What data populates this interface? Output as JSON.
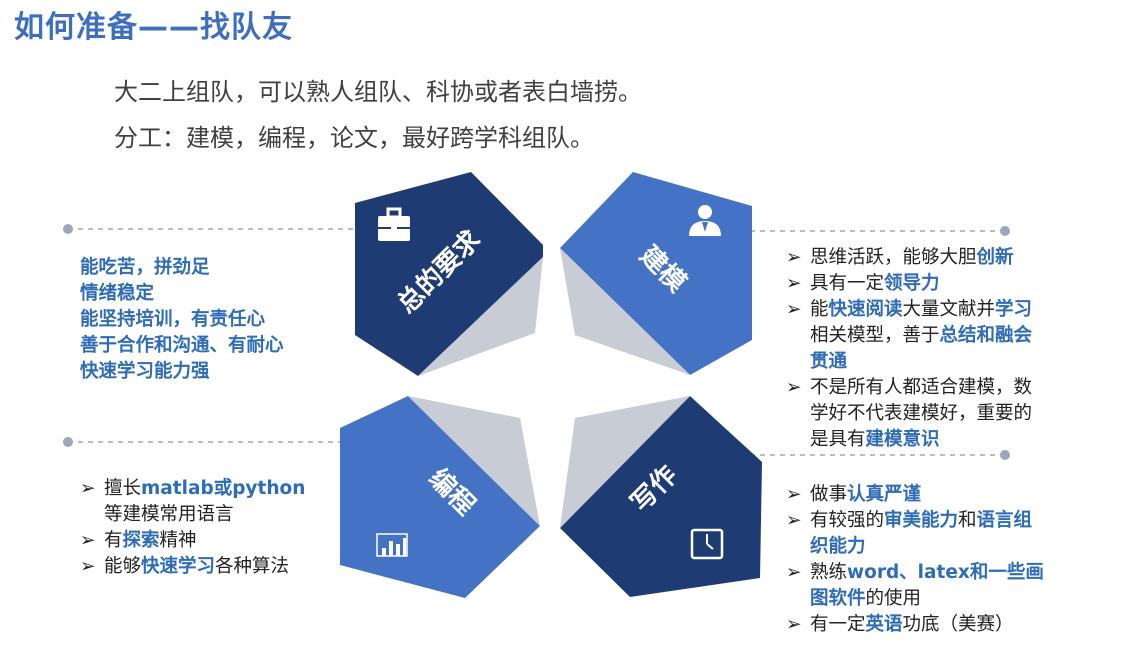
{
  "title": "如何准备——找队友",
  "intro": {
    "line1": "大二上组队，可以熟人组队、科协或者表白墙捞。",
    "line2": "分工：建模，编程，论文，最好跨学科组队。"
  },
  "colors": {
    "dark": "#1f3b73",
    "mid": "#2d55a0",
    "light": "#4472c4",
    "accent": "#2f6cb6",
    "fold": "#c8ccd4"
  },
  "quadrants": {
    "general": {
      "label": "总的要求",
      "icon": "briefcase-icon"
    },
    "modeling": {
      "label": "建模",
      "icon": "person-icon"
    },
    "programming": {
      "label": "编程",
      "icon": "bar-chart-icon"
    },
    "writing": {
      "label": "写作",
      "icon": "clock-frame-icon"
    }
  },
  "general_points": [
    "能吃苦，拼劲足",
    "情绪稳定",
    "能坚持培训，有责任心",
    "善于合作和沟通、有耐心",
    "快速学习能力强"
  ],
  "modeling_points": {
    "p1": {
      "a": "思维活跃，能够大胆",
      "b": "创新"
    },
    "p2": {
      "a": "具有一定",
      "b": "领导力"
    },
    "p3": {
      "a": "能",
      "b": "快速阅读",
      "c": "大量文献并",
      "d": "学习",
      "e": "相关模型，善于",
      "f": "总结和融会",
      "g": "贯通"
    },
    "p4": {
      "a": "不是所有人都适合建模，数",
      "b": "学好不代表建模好，重要的",
      "c": "是具有",
      "d": "建模意识"
    }
  },
  "programming_points": {
    "p1": {
      "a": "擅长",
      "b": "matlab或python",
      "c": "等建模常用语言"
    },
    "p2": {
      "a": "有",
      "b": "探索",
      "c": "精神"
    },
    "p3": {
      "a": "能够",
      "b": "快速学习",
      "c": "各种算法"
    }
  },
  "writing_points": {
    "p1": {
      "a": "做事",
      "b": "认真严谨"
    },
    "p2": {
      "a": "有较强的",
      "b": "审美能力",
      "c": "和",
      "d": "语言组",
      "e": "织能力"
    },
    "p3": {
      "a": "熟练",
      "b": "word、latex和一些画",
      "c": "图软件",
      "d": "的使用"
    },
    "p4": {
      "a": "有一定",
      "b": "英语",
      "c": "功底（美赛）"
    }
  }
}
